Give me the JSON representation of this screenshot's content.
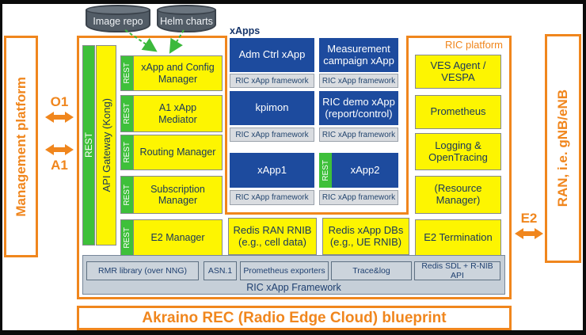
{
  "repos": {
    "image_repo": "Image repo",
    "helm_charts": "Helm charts"
  },
  "left_panel": {
    "label": "Management platform"
  },
  "right_panel": {
    "label": "RAN, i.e. gNB/eNB"
  },
  "interfaces": {
    "o1": "O1",
    "a1": "A1",
    "e2": "E2"
  },
  "platform": {
    "label": "RIC platform",
    "rest_label": "REST",
    "api_gateway": {
      "label": "API Gateway (Kong)"
    },
    "managers": [
      {
        "label": "xApp and Config\nManager"
      },
      {
        "label": "A1 xApp\nMediator"
      },
      {
        "label": "Routing Manager"
      },
      {
        "label": "Subscription\nManager"
      },
      {
        "label": "E2 Manager"
      }
    ],
    "xapps": {
      "label": "xApps",
      "framework_label": "RIC xApp framework",
      "cells": [
        {
          "name": "Adm Ctrl xApp"
        },
        {
          "name": "Measurement\ncampaign xApp"
        },
        {
          "name": "kpimon"
        },
        {
          "name": "RIC demo xApp\n(report/control)"
        },
        {
          "name": "xApp1"
        },
        {
          "name": "xApp2"
        }
      ]
    },
    "redis": [
      {
        "label": "Redis RAN RNIB\n(e.g., cell data)"
      },
      {
        "label": "Redis xApp DBs\n(e.g., UE RNIB)"
      }
    ],
    "services": [
      {
        "label": "VES Agent /\nVESPA"
      },
      {
        "label": "Prometheus"
      },
      {
        "label": "Logging &\nOpenTracing"
      },
      {
        "label": "(Resource\nManager)"
      },
      {
        "label": "E2 Termination"
      }
    ],
    "framework_bar": {
      "label": "RIC xApp Framework",
      "items": [
        "RMR library (over NNG)",
        "ASN.1",
        "Prometheus exporters",
        "Trace&log",
        "Redis SDL + R-NIB API"
      ]
    }
  },
  "footer": {
    "label": "Akraino REC (Radio Edge Cloud) blueprint"
  },
  "colors": {
    "orange": "#f0861d",
    "yellow": "#fdf501",
    "green": "#3ec03a",
    "xapp_blue": "#1d4b9e",
    "framework_gray": "#d9dce0",
    "bar_gray": "#c6cfd8",
    "cylinder_gray": "#525c66"
  }
}
